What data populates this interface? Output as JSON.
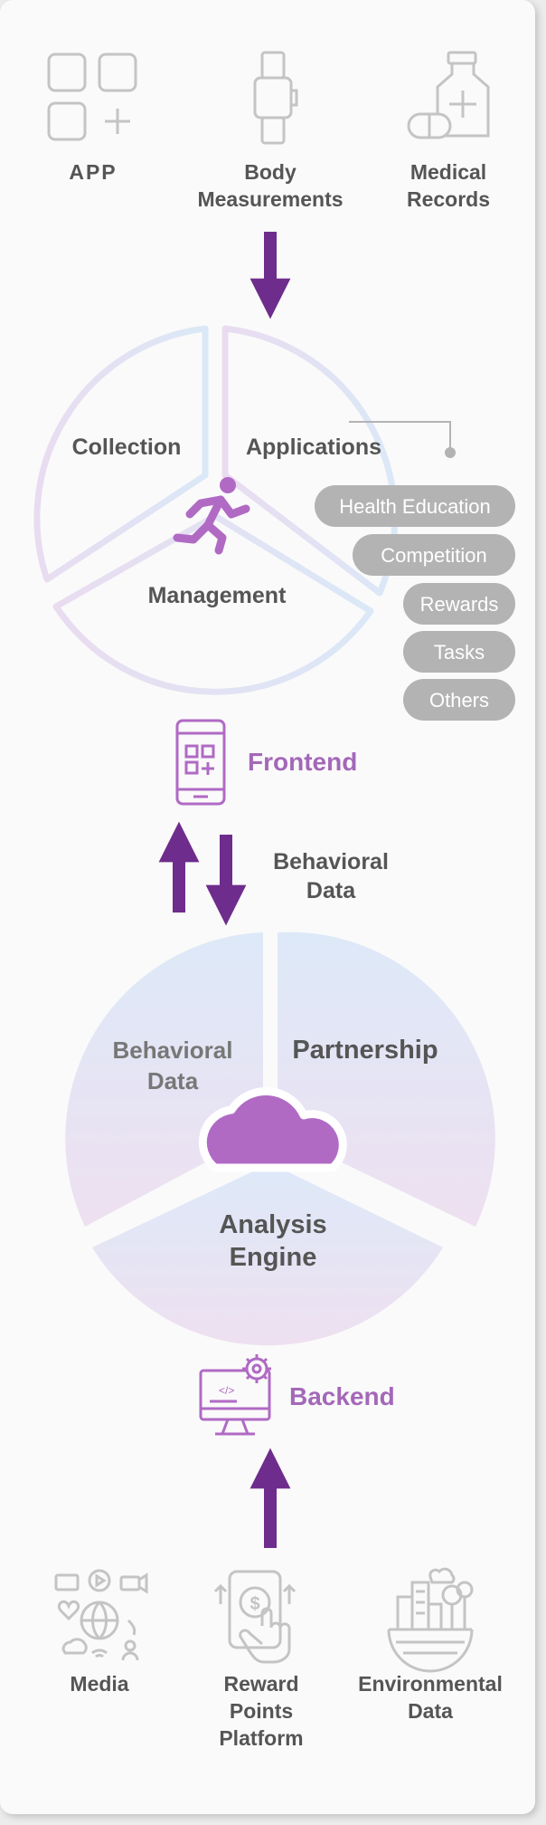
{
  "sources": {
    "app": "APP",
    "body_line1": "Body",
    "body_line2": "Measurements",
    "medical_line1": "Medical",
    "medical_line2": "Records"
  },
  "frontend_wheel": {
    "collection": "Collection",
    "applications": "Applications",
    "management": "Management"
  },
  "applications_list": [
    "Health Education",
    "Competition",
    "Rewards",
    "Tasks",
    "Others"
  ],
  "frontend_label": "Frontend",
  "behavioral_flow": {
    "line1": "Behavioral",
    "line2": "Data"
  },
  "backend_wheel": {
    "behavioral_line1": "Behavioral",
    "behavioral_line2": "Data",
    "partnership": "Partnership",
    "analysis_line1": "Analysis",
    "analysis_line2": "Engine"
  },
  "backend_label": "Backend",
  "bottom_sources": {
    "media": "Media",
    "reward_line1": "Reward",
    "reward_line2": "Points",
    "reward_line3": "Platform",
    "env_line1": "Environmental",
    "env_line2": "Data"
  },
  "colors": {
    "arrow": "#6e2c8c",
    "accent": "#a368b8",
    "pill": "#b3b3b3",
    "icon_gray": "#c4c4c4"
  },
  "icons": [
    "app-grid-icon",
    "smartwatch-icon",
    "medicine-bottle-icon",
    "runner-icon",
    "smartphone-icon",
    "cloud-icon",
    "monitor-gear-icon",
    "media-globe-icon",
    "hand-phone-coin-icon",
    "city-globe-icon"
  ]
}
